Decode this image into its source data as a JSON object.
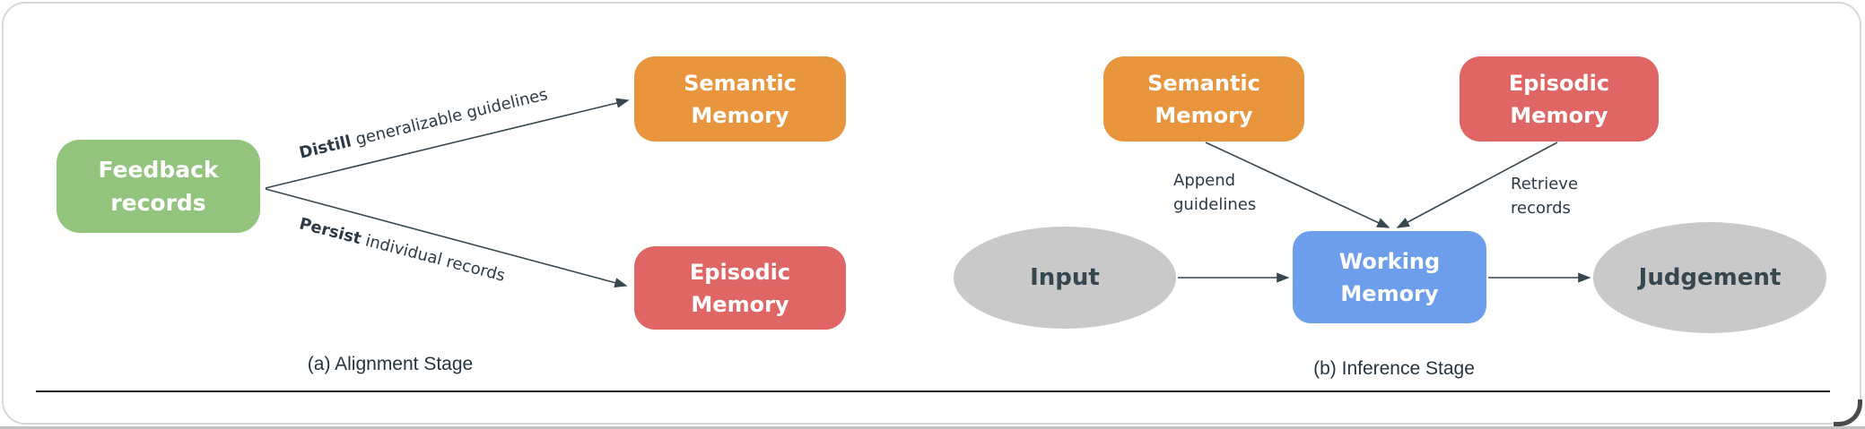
{
  "colors": {
    "green": "#93c47d",
    "orange": "#e8953d",
    "red": "#e06666",
    "blue": "#6d9eeb",
    "gray": "#c9c9c9",
    "node_text": "#ffffff",
    "ellipse_text": "#37474f",
    "label_text": "#2c3a46",
    "arrow": "#37474f",
    "card_border": "#d8d8d8"
  },
  "alignment": {
    "caption": "(a) Alignment Stage",
    "nodes": {
      "feedback": {
        "label": "Feedback\nrecords"
      },
      "semantic": {
        "label": "Semantic\nMemory"
      },
      "episodic": {
        "label": "Episodic\nMemory"
      }
    },
    "edges": {
      "distill": {
        "lead": "Distill",
        "rest": " generalizable guidelines"
      },
      "persist": {
        "lead": "Persist",
        "rest": " individual records"
      }
    }
  },
  "inference": {
    "caption": "(b) Inference Stage",
    "nodes": {
      "semantic": {
        "label": "Semantic\nMemory"
      },
      "episodic": {
        "label": "Episodic\nMemory"
      },
      "input": {
        "label": "Input"
      },
      "working": {
        "label": "Working\nMemory"
      },
      "judgement": {
        "label": "Judgement"
      }
    },
    "edges": {
      "append": {
        "label": "Append\nguidelines"
      },
      "retrieve": {
        "label": "Retrieve\nrecords"
      }
    }
  }
}
